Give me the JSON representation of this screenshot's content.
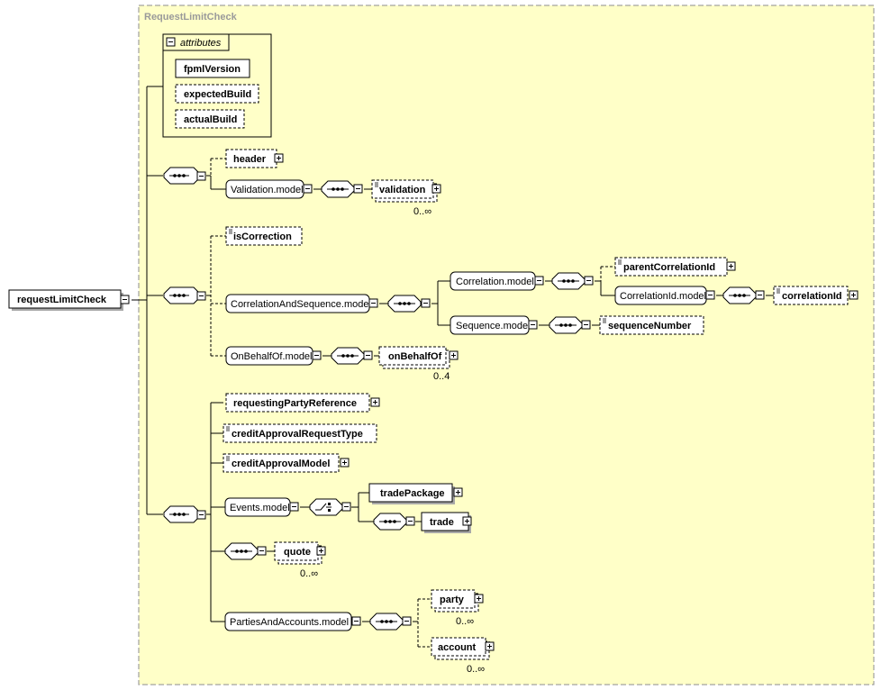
{
  "diagram": {
    "title": "RequestLimitCheck",
    "root": "requestLimitCheck",
    "attributes_label": "attributes",
    "attributes": [
      "fpmlVersion",
      "expectedBuild",
      "actualBuild"
    ],
    "elements": {
      "header": "header",
      "validation_model": "Validation.model",
      "validation": "validation",
      "isCorrection": "isCorrection",
      "correlation_and_sequence_model": "CorrelationAndSequence.model",
      "correlation_model": "Correlation.model",
      "parentCorrelationId": "parentCorrelationId",
      "correlationId_model": "CorrelationId.model",
      "correlationId": "correlationId",
      "sequence_model": "Sequence.model",
      "sequenceNumber": "sequenceNumber",
      "onBehalfOf_model": "OnBehalfOf.model",
      "onBehalfOf": "onBehalfOf",
      "requestingPartyReference": "requestingPartyReference",
      "creditApprovalRequestType": "creditApprovalRequestType",
      "creditApprovalModel": "creditApprovalModel",
      "events_model": "Events.model",
      "tradePackage": "tradePackage",
      "trade": "trade",
      "quote": "quote",
      "parties_and_accounts_model": "PartiesAndAccounts.model",
      "party": "party",
      "account": "account"
    },
    "cardinalities": {
      "validation": "0..∞",
      "onBehalfOf": "0..4",
      "quote": "0..∞",
      "party": "0..∞",
      "account": "0..∞"
    }
  }
}
